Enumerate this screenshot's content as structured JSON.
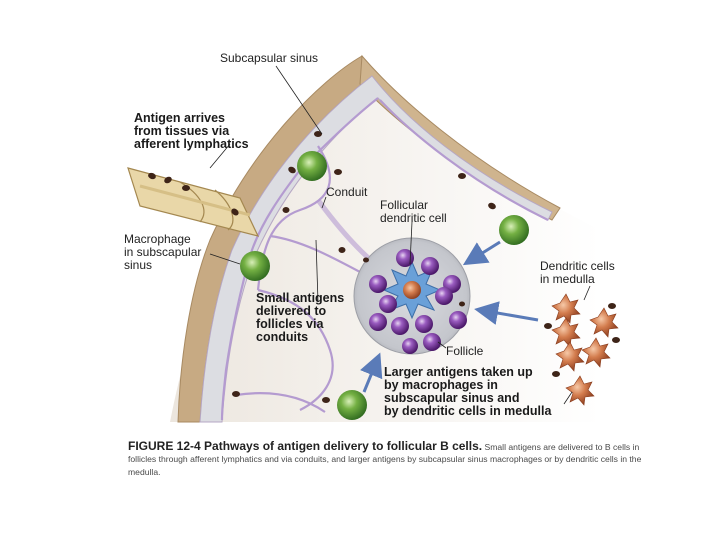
{
  "labels": {
    "subcapsular_sinus": "Subcapsular sinus",
    "antigen_arrives": [
      "Antigen arrives",
      "from tissues via",
      "afferent lymphatics"
    ],
    "conduit": "Conduit",
    "fdc": [
      "Follicular",
      "dendritic cell"
    ],
    "macrophage": [
      "Macrophage",
      "in subscapular",
      "sinus"
    ],
    "dendritic_medulla": [
      "Dendritic cells",
      "in medulla"
    ],
    "small_antigens": [
      "Small antigens",
      "delivered to",
      "follicles via",
      "conduits"
    ],
    "follicle": "Follicle",
    "larger_antigens": [
      "Larger antigens taken up",
      "by macrophages in",
      "subscapular sinus and",
      "by dendritic cells in medulla"
    ]
  },
  "caption": {
    "title": "FIGURE 12-4 Pathways of antigen delivery to follicular B cells.",
    "body": "Small antigens are delivered to B cells in follicles through afferent lymphatics and via conduits, and larger antigens by subcapsular sinus macrophages or by dendritic cells in the medulla."
  },
  "colors": {
    "capsule": "#c7aa83",
    "sinus": "#dcdde2",
    "cortex": "#eae4dc",
    "follicle": "#c6c8cd",
    "b_cell": "#6b2f8c",
    "macrophage": "#5f9a3a",
    "dendritic_cell": "#d07a4e",
    "antigen": "#3e2418",
    "arrow": "#5a7bb8"
  }
}
